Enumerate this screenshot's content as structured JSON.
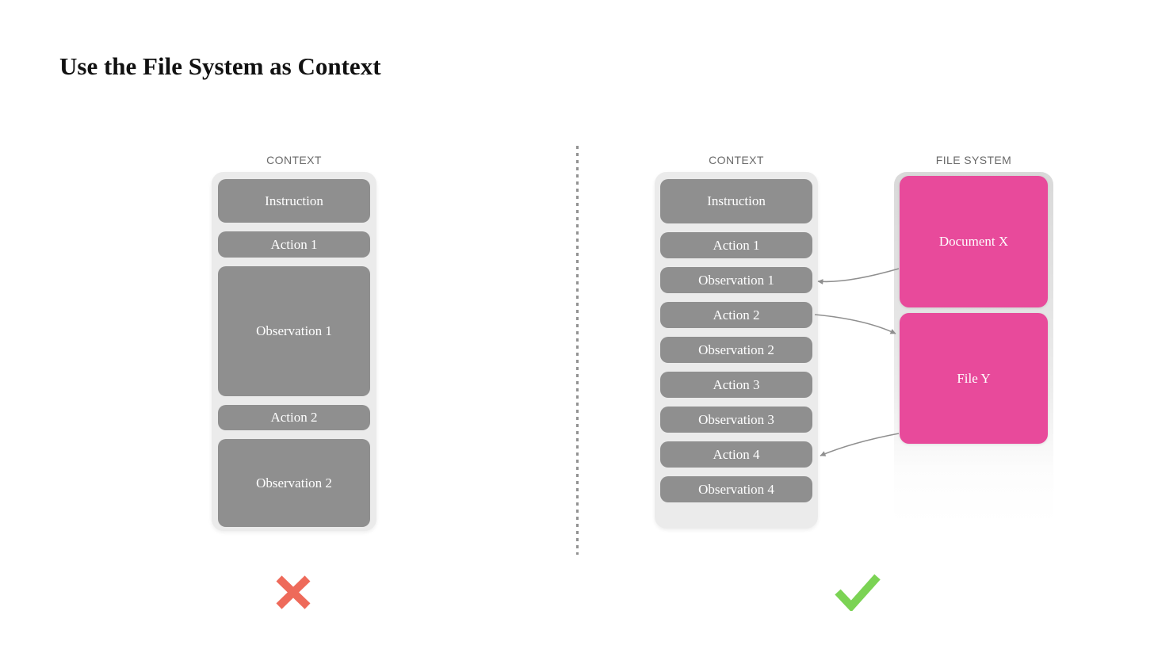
{
  "title": "Use the File System as Context",
  "colors": {
    "box-gray": "#8f8f8f",
    "panel-bg": "#ebebeb",
    "pink": "#e84a9b",
    "cross-red": "#ee6a5a",
    "check-green": "#7bd354",
    "arrow-gray": "#8f8f8f",
    "label-gray": "#6a6a6a",
    "divider-gray": "#929292"
  },
  "left_panel": {
    "label": "CONTEXT",
    "boxes": [
      {
        "label": "Instruction"
      },
      {
        "label": "Action 1"
      },
      {
        "label": "Observation 1"
      },
      {
        "label": "Action 2"
      },
      {
        "label": "Observation 2"
      }
    ],
    "verdict_icon": "cross-icon"
  },
  "right_panel": {
    "context": {
      "label": "CONTEXT",
      "boxes": [
        {
          "label": "Instruction"
        },
        {
          "label": "Action 1"
        },
        {
          "label": "Observation 1"
        },
        {
          "label": "Action 2"
        },
        {
          "label": "Observation 2"
        },
        {
          "label": "Action 3"
        },
        {
          "label": "Observation 3"
        },
        {
          "label": "Action 4"
        },
        {
          "label": "Observation 4"
        }
      ]
    },
    "file_system": {
      "label": "FILE SYSTEM",
      "files": [
        {
          "label": "Document X"
        },
        {
          "label": "File Y"
        }
      ]
    },
    "connections": [
      {
        "from": "Document X",
        "to": "Observation 1"
      },
      {
        "from": "Action 2",
        "to": "File Y"
      },
      {
        "from": "File Y",
        "to": "Action 4"
      }
    ],
    "verdict_icon": "check-icon"
  }
}
